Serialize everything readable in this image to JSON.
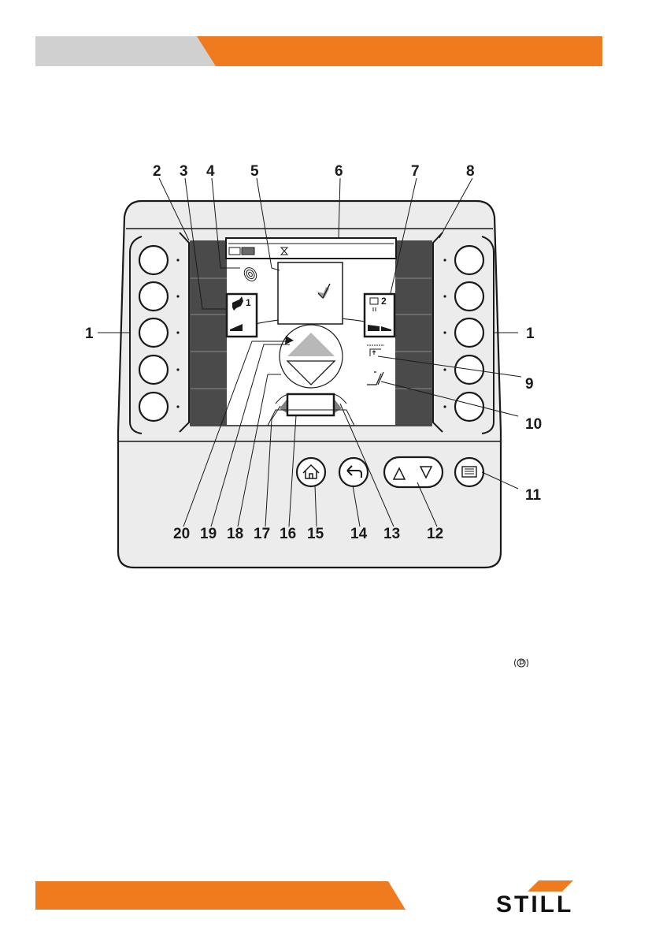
{
  "callouts": {
    "c1l": "1",
    "c1r": "1",
    "c2": "2",
    "c3": "3",
    "c4": "4",
    "c5": "5",
    "c6": "6",
    "c7": "7",
    "c8": "8",
    "c9": "9",
    "c10": "10",
    "c11": "11",
    "c12": "12",
    "c13": "13",
    "c14": "14",
    "c15": "15",
    "c16": "16",
    "c17": "17",
    "c18": "18",
    "c19": "19",
    "c20": "20"
  },
  "screen": {
    "drive_program": "1",
    "hydraulic_program": "2"
  },
  "brand": {
    "logo_text": "STILL"
  },
  "colors": {
    "accent": "#f07a1e",
    "header_gray": "#d0d0d0",
    "panel_dark": "#4a4a4a",
    "frame": "#1a1a1a"
  },
  "icons": {
    "parking_brake": "parking-brake-icon",
    "home": "home-icon",
    "back": "back-arrow-icon",
    "menu": "menu-icon"
  }
}
